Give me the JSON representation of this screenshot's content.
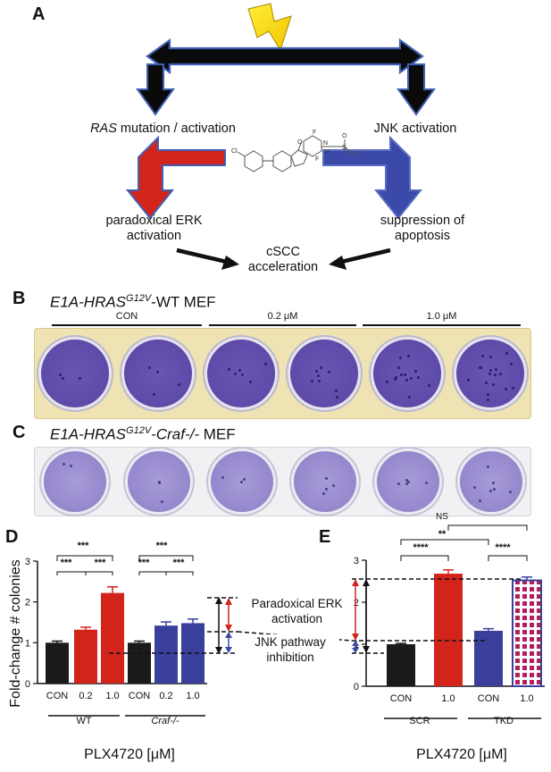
{
  "panel_a": {
    "letter": "A",
    "left_top": "RAS mutation / activation",
    "left_top_italic": "RAS",
    "left_top_rest": " mutation / activation",
    "right_top": "JNK activation",
    "left_bottom_1": "paradoxical ERK",
    "left_bottom_2": "activation",
    "right_bottom_1": "suppression of",
    "right_bottom_2": "apoptosis",
    "center_1": "cSCC",
    "center_2": "acceleration",
    "molecule_atoms": {
      "cl": "Cl",
      "o": "O",
      "f1": "F",
      "f2": "F",
      "n": "N",
      "h": "H",
      "s": "S",
      "o2": "O"
    }
  },
  "panel_b": {
    "letter": "B",
    "title_main": "E1A-HRAS",
    "title_sup": "G12V",
    "title_tail": "-WT MEF",
    "doses": [
      "CON",
      "0.2 μM",
      "1.0 μM"
    ]
  },
  "panel_c": {
    "letter": "C",
    "title_main": "E1A-HRAS",
    "title_sup": "G12V",
    "title_tail": "-Craf-/- MEF"
  },
  "panel_d": {
    "letter": "D",
    "ylabel": "Fold-change # colonies",
    "xlabel": "PLX4720 [μM]",
    "group_labels": [
      "WT",
      "Craf-/-"
    ],
    "significance": [
      "***",
      "***",
      "***",
      "***",
      "***",
      "***"
    ]
  },
  "panel_e": {
    "letter": "E",
    "xlabel": "PLX4720 [μM]",
    "group_labels": [
      "SCR",
      "TKD"
    ],
    "significance": [
      "NS",
      "**",
      "****",
      "****"
    ]
  },
  "annotations": {
    "paradoxical_1": "Paradoxical ERK",
    "paradoxical_2": "activation",
    "jnk_1": "JNK pathway",
    "jnk_2": "inhibition"
  },
  "chart_data": [
    {
      "type": "bar",
      "panel": "D",
      "categories": [
        "CON",
        "0.2",
        "1.0",
        "CON",
        "0.2",
        "1.0"
      ],
      "groups": [
        "WT",
        "WT",
        "WT",
        "Craf-/-",
        "Craf-/-",
        "Craf-/-"
      ],
      "values": [
        1.0,
        1.32,
        2.22,
        1.0,
        1.42,
        1.48
      ],
      "errors": [
        0.04,
        0.06,
        0.15,
        0.04,
        0.09,
        0.1
      ],
      "colors": [
        "#1a1a1a",
        "#d3241c",
        "#d3241c",
        "#1a1a1a",
        "#3b3f9c",
        "#3b3f9c"
      ],
      "yticks": [
        0,
        1,
        2,
        3
      ],
      "ylim": [
        0,
        3
      ],
      "ylabel": "Fold-change # colonies",
      "xlabel": "PLX4720 [μM]"
    },
    {
      "type": "bar",
      "panel": "E",
      "categories": [
        "CON",
        "1.0",
        "CON",
        "1.0"
      ],
      "groups": [
        "SCR",
        "SCR",
        "TKD",
        "TKD"
      ],
      "values": [
        1.0,
        2.68,
        1.32,
        2.52
      ],
      "errors": [
        0.02,
        0.09,
        0.05,
        0.08
      ],
      "colors": [
        "#1a1a1a",
        "#d3241c",
        "#3b3f9c",
        "#b21d5e"
      ],
      "yticks": [
        0,
        1,
        2,
        3
      ],
      "ylim": [
        0,
        3
      ],
      "xlabel": "PLX4720 [μM]"
    }
  ]
}
